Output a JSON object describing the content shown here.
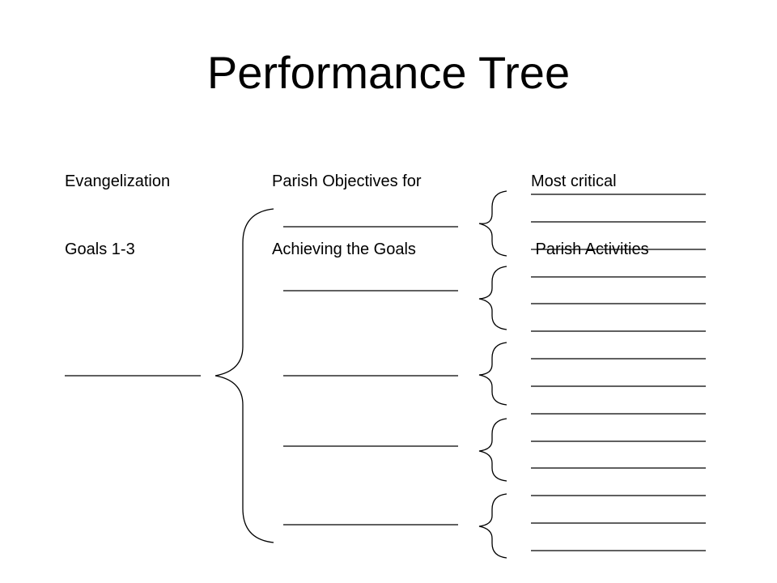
{
  "title": "Performance Tree",
  "columns": {
    "goals": {
      "line1": "Evangelization",
      "line2": "Goals 1-3"
    },
    "objectives": {
      "line1": "Parish Objectives for",
      "line2": "Achieving the Goals"
    },
    "activities": {
      "line1": "Most critical",
      "line2": " Parish Activities"
    }
  },
  "blanks": {
    "goals": 1,
    "objectives": 5,
    "activities": 14
  }
}
